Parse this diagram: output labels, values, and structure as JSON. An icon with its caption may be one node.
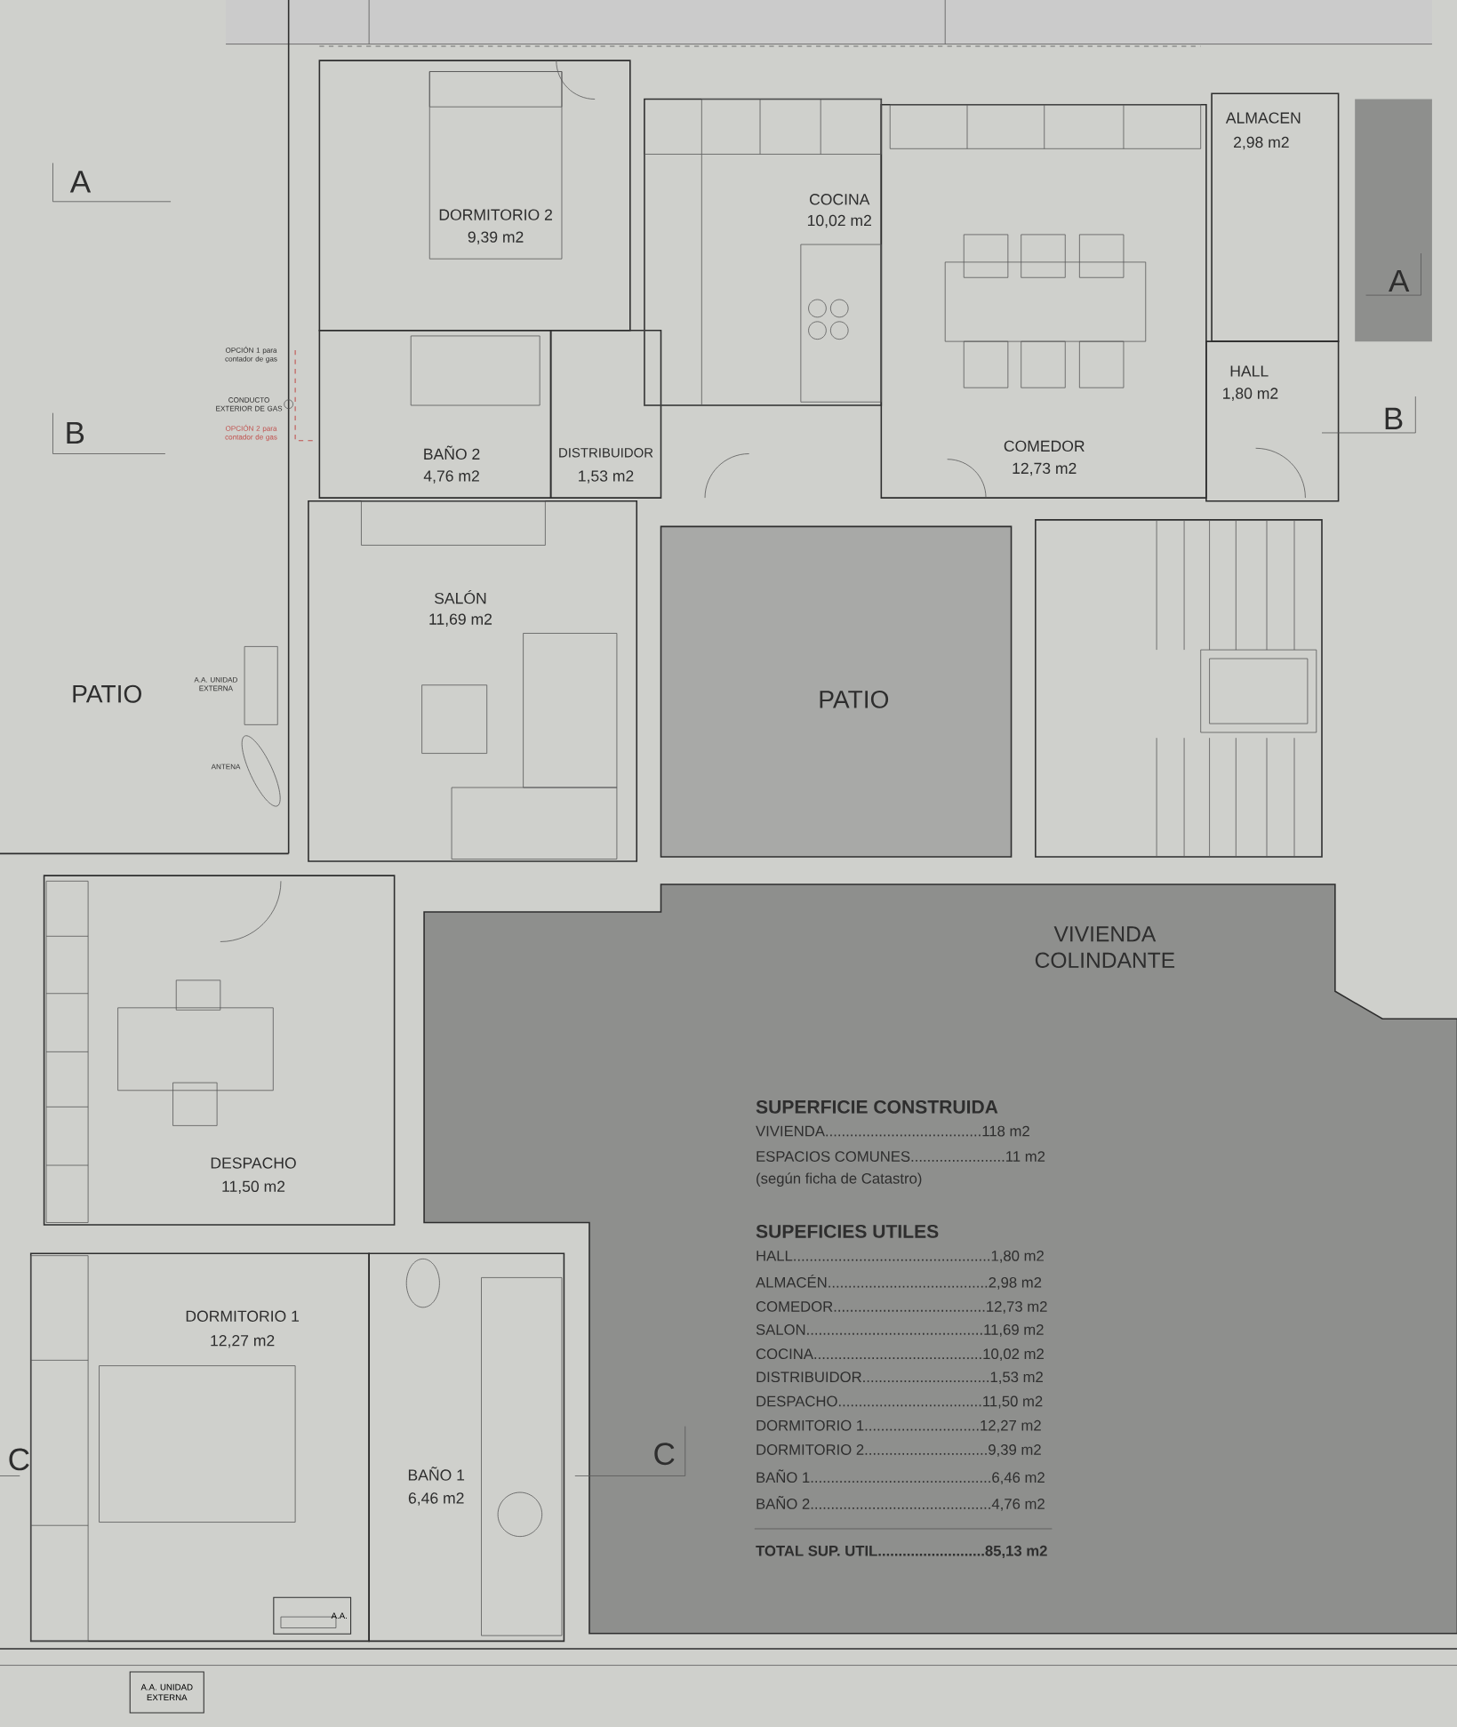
{
  "diagram": {
    "nodes": [
      {
        "text": [
          "A.A."
        ]
      },
      {
        "text": [
          "A.A. UNIDAD EXTERNA"
        ]
      }
    ],
    "labels": [
      "A",
      "DORMITORIO 2",
      "9,39 m2",
      "COCINA",
      "10,02 m2",
      "ALMACEN",
      "2,98 m2",
      "A",
      "OPCIÓN 1 para contador de gas",
      "CONDUCTO EXTERIOR DE GAS",
      "OPCIÓN 2 para contador de gas",
      "HALL",
      "1,80 m2",
      "B",
      "B",
      "BAÑO 2",
      "4,76 m2",
      "DISTRIBUIDOR",
      "1,53 m2",
      "COMEDOR",
      "12,73 m2",
      "SALÓN",
      "11,69 m2",
      "PATIO",
      "A.A. UNIDAD EXTERNA",
      "ANTENA",
      "PATIO",
      "VIVIENDA COLINDANTE",
      "SUPERFICIE CONSTRUIDA",
      "VIVIENDA......................................118 m2",
      "ESPACIOS COMUNES.......................11 m2",
      "(según ficha de Catastro)",
      "SUPEFICIES UTILES",
      "HALL................................................1,80 m2",
      "ALMACÉN.......................................2,98 m2",
      "COMEDOR.....................................12,73 m2",
      "SALON...........................................11,69 m2",
      "COCINA.........................................10,02 m2",
      "DISTRIBUIDOR...............................1,53 m2",
      "DESPACHO...................................11,50 m2",
      "DORMITORIO 1............................12,27 m2",
      "DORMITORIO 2..............................9,39 m2",
      "BAÑO 1............................................6,46 m2",
      "BAÑO 2............................................4,76 m2",
      "TOTAL SUP. UTIL..........................85,13 m2",
      "DESPACHO",
      "11,50 m2",
      "DORMITORIO 1",
      "12,27 m2",
      "BAÑO 1",
      "6,46 m2",
      "C",
      "C"
    ]
  }
}
